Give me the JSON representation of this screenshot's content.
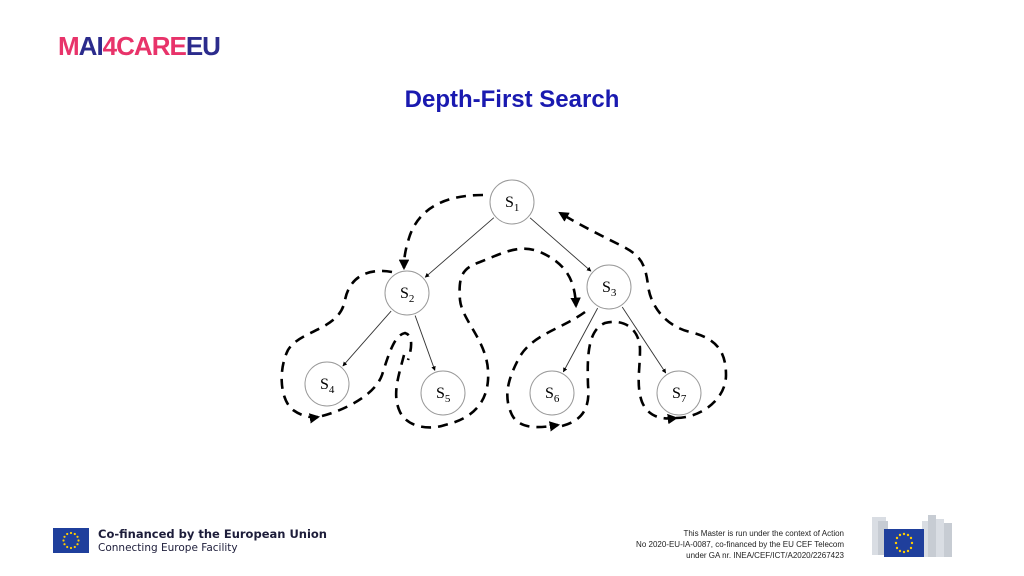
{
  "brand": {
    "logo_m": "M",
    "logo_ai": "AI",
    "logo_four": "4",
    "logo_care": "CARE",
    "logo_eu": "EU"
  },
  "slide": {
    "title": "Depth-First Search"
  },
  "tree": {
    "nodes": [
      {
        "id": "s1",
        "base": "S",
        "sub": "1"
      },
      {
        "id": "s2",
        "base": "S",
        "sub": "2"
      },
      {
        "id": "s3",
        "base": "S",
        "sub": "3"
      },
      {
        "id": "s4",
        "base": "S",
        "sub": "4"
      },
      {
        "id": "s5",
        "base": "S",
        "sub": "5"
      },
      {
        "id": "s6",
        "base": "S",
        "sub": "6"
      },
      {
        "id": "s7",
        "base": "S",
        "sub": "7"
      }
    ],
    "edges": [
      [
        "s1",
        "s2"
      ],
      [
        "s1",
        "s3"
      ],
      [
        "s2",
        "s4"
      ],
      [
        "s2",
        "s5"
      ],
      [
        "s3",
        "s6"
      ],
      [
        "s3",
        "s7"
      ]
    ]
  },
  "footer": {
    "cofinanced": "Co-financed by the European Union",
    "facility": "Connecting Europe Facility",
    "note_line1": "This Master is run under the context of Action",
    "note_line2": "No 2020-EU-IA-0087, co-financed by the EU CEF Telecom",
    "note_line3": "under GA nr. INEA/CEF/ICT/A2020/2267423"
  },
  "colors": {
    "title": "#1a1ab0",
    "brand_pink": "#e8336a",
    "brand_navy": "#2b2b8c",
    "eu_blue": "#1f3f9c",
    "eu_star": "#ffcc00"
  }
}
